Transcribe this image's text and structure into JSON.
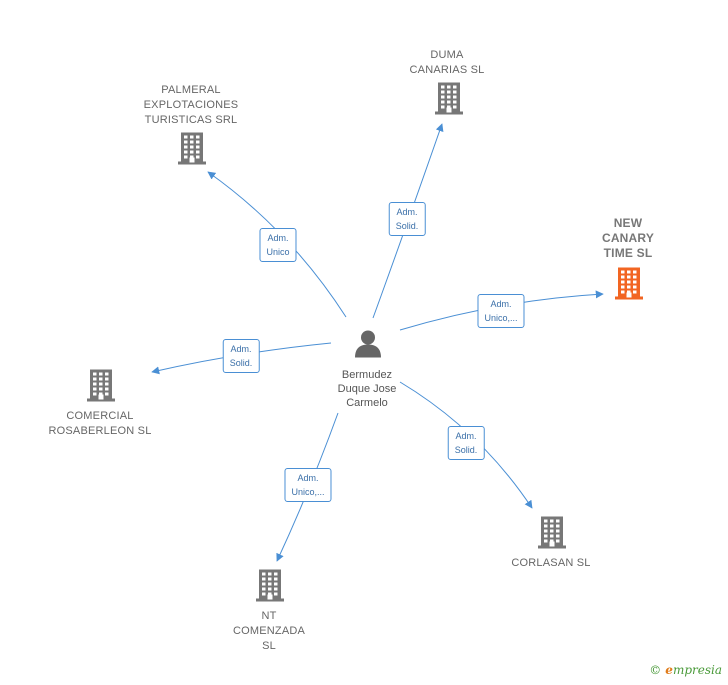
{
  "center": {
    "name": "Bermudez\nDuque Jose\nCarmelo",
    "icon": "person-icon"
  },
  "companies": [
    {
      "id": "duma",
      "name": "DUMA\nCANARIAS SL",
      "icon": "building-icon",
      "highlight": false
    },
    {
      "id": "palmeral",
      "name": "PALMERAL\nEXPLOTACIONES\nTURISTICAS SRL",
      "icon": "building-icon",
      "highlight": false
    },
    {
      "id": "newcanary",
      "name": "NEW\nCANARY\nTIME  SL",
      "icon": "building-icon",
      "highlight": true
    },
    {
      "id": "comercial",
      "name": "COMERCIAL\nROSABERLEON SL",
      "icon": "building-icon",
      "highlight": false
    },
    {
      "id": "corlasan",
      "name": "CORLASAN SL",
      "icon": "building-icon",
      "highlight": false
    },
    {
      "id": "comenzada",
      "name": "NT\nCOMENZADA\nSL",
      "icon": "building-icon",
      "highlight": false
    }
  ],
  "edges": [
    {
      "target": "duma",
      "label": "Adm.\nSolid."
    },
    {
      "target": "palmeral",
      "label": "Adm.\nUnico"
    },
    {
      "target": "newcanary",
      "label": "Adm.\nUnico,..."
    },
    {
      "target": "comercial",
      "label": "Adm.\nSolid."
    },
    {
      "target": "corlasan",
      "label": "Adm.\nSolid."
    },
    {
      "target": "comenzada",
      "label": "Adm.\nUnico,..."
    }
  ],
  "colors": {
    "edge": "#4a8fd4",
    "building": "#777777",
    "building_highlight": "#f26522",
    "person": "#666666"
  },
  "footer": {
    "copyright_symbol": "©",
    "brand_initial": "e",
    "brand_rest": "mpresia"
  }
}
